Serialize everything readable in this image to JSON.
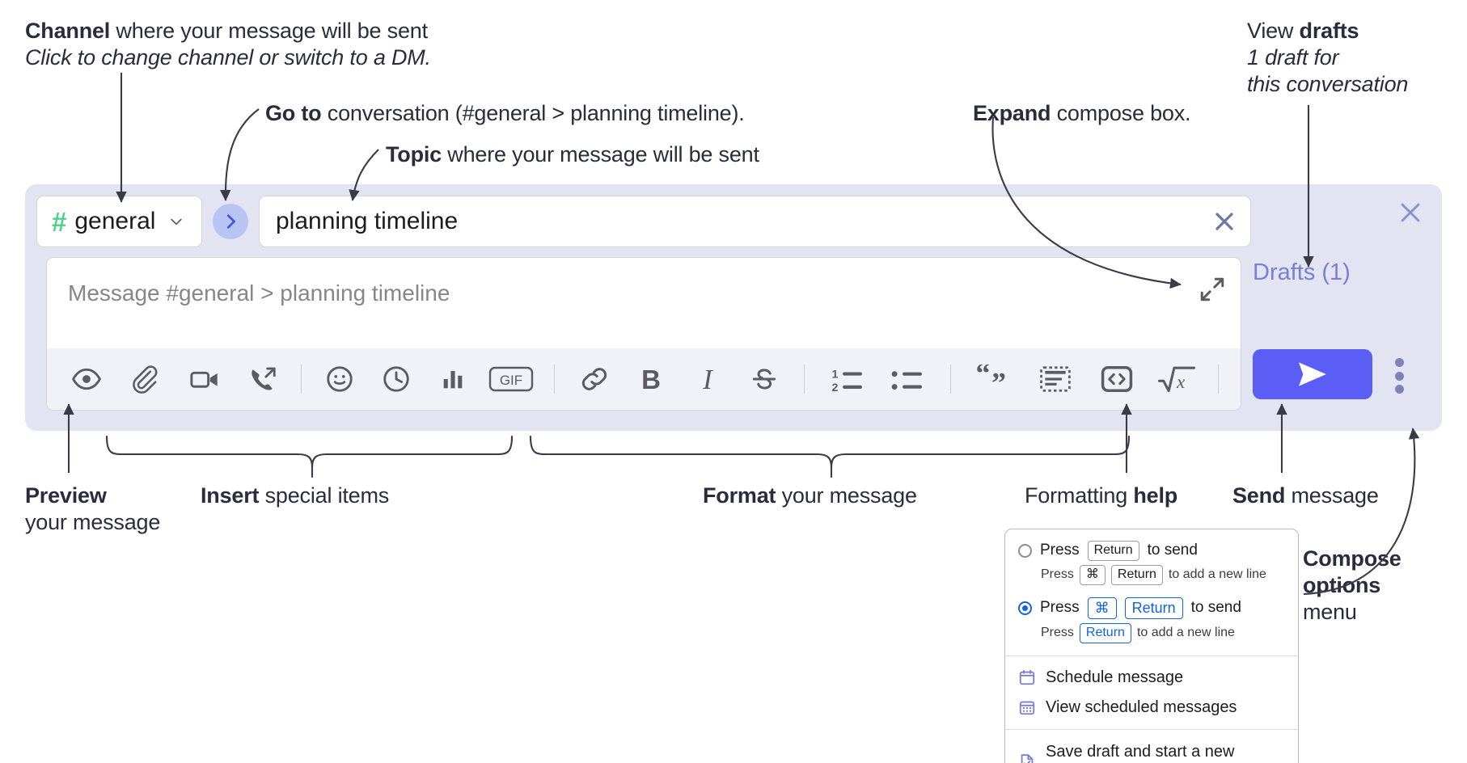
{
  "annotations": {
    "channel": {
      "bold": "Channel",
      "rest": " where your message will be sent",
      "italic": "Click to change channel or switch to a DM."
    },
    "goto": {
      "bold": "Go to",
      "rest": " conversation (#general > planning timeline)."
    },
    "topic": {
      "bold": "Topic",
      "rest": " where your message will be sent"
    },
    "expand": {
      "bold": "Expand",
      "rest": " compose box."
    },
    "drafts": {
      "line1_plain": "View ",
      "line1_bold": "drafts",
      "line2": "1 draft for",
      "line3": "this conversation"
    },
    "preview": {
      "bold": "Preview",
      "line2": "your message"
    },
    "insert": {
      "bold": "Insert",
      "rest": " special items"
    },
    "format": {
      "bold": "Format",
      "rest": " your message"
    },
    "help": {
      "plain": "Formatting ",
      "bold": "help"
    },
    "send": {
      "bold": "Send",
      "rest": " message"
    },
    "compose_options": {
      "bold1": "Compose",
      "bold2": "options",
      "plain": "menu"
    }
  },
  "compose": {
    "channel": {
      "hash": "#",
      "name": "general",
      "icon": "hash-icon",
      "chevron": "chevron-down-icon"
    },
    "go_to_button": {
      "icon": "chevron-right-icon",
      "label": "Go to conversation"
    },
    "topic": {
      "value": "planning timeline",
      "clear_icon": "close-icon"
    },
    "message": {
      "placeholder": "Message #general > planning timeline",
      "value": "",
      "expand_icon": "expand-icon"
    },
    "toolbar": [
      {
        "name": "preview-button",
        "icon": "eye-icon",
        "glyph": ""
      },
      {
        "name": "attach-file-button",
        "icon": "paperclip-icon",
        "glyph": ""
      },
      {
        "name": "video-clip-button",
        "icon": "video-camera-icon",
        "glyph": ""
      },
      {
        "name": "audio-clip-button",
        "icon": "phone-forward-icon",
        "glyph": ""
      },
      {
        "name": "emoji-button",
        "icon": "smiley-icon",
        "glyph": ""
      },
      {
        "name": "reminder-button",
        "icon": "clock-icon",
        "glyph": ""
      },
      {
        "name": "poll-button",
        "icon": "bar-chart-icon",
        "glyph": ""
      },
      {
        "name": "gif-button",
        "icon": "gif-icon",
        "glyph": "GIF"
      },
      {
        "name": "link-button",
        "icon": "link-icon",
        "glyph": ""
      },
      {
        "name": "bold-button",
        "icon": "bold-icon",
        "glyph": "B"
      },
      {
        "name": "italic-button",
        "icon": "italic-icon",
        "glyph": "I"
      },
      {
        "name": "strikethrough-button",
        "icon": "strikethrough-icon",
        "glyph": "S"
      },
      {
        "name": "ordered-list-button",
        "icon": "ordered-list-icon",
        "glyph": ""
      },
      {
        "name": "bulleted-list-button",
        "icon": "bulleted-list-icon",
        "glyph": ""
      },
      {
        "name": "blockquote-button",
        "icon": "quote-icon",
        "glyph": ""
      },
      {
        "name": "code-block-button",
        "icon": "code-block-icon",
        "glyph": ""
      },
      {
        "name": "code-snippet-button",
        "icon": "code-brackets-icon",
        "glyph": ""
      },
      {
        "name": "math-button",
        "icon": "square-root-icon",
        "glyph": ""
      },
      {
        "name": "formatting-help-button",
        "icon": "question-mark-icon",
        "glyph": "?"
      }
    ],
    "rail": {
      "close_icon": "close-icon",
      "drafts_label": "Drafts (1)",
      "send_icon": "send-paper-plane-icon",
      "kebab_icon": "more-options-icon"
    }
  },
  "compose_options_menu": {
    "radio_options": [
      {
        "selected": false,
        "line": {
          "pre": "Press",
          "key": "Return",
          "post": "to send"
        },
        "sub": {
          "pre": "Press",
          "key1": "⌘",
          "key2": "Return",
          "post": "to add a new line"
        }
      },
      {
        "selected": true,
        "line": {
          "pre": "Press",
          "key1": "⌘",
          "key2": "Return",
          "post": "to send"
        },
        "sub": {
          "pre": "Press",
          "key": "Return",
          "post": "to add a new line"
        }
      }
    ],
    "items": [
      {
        "label": "Schedule message",
        "icon": "calendar-icon"
      },
      {
        "label": "View scheduled messages",
        "icon": "calendar-grid-icon"
      },
      {
        "label": "Save draft and start a new message",
        "icon": "save-draft-icon"
      }
    ]
  },
  "colors": {
    "accent_purple": "#5a5ef5",
    "shell_bg": "#e2e4f2",
    "hash_green": "#4cd08a",
    "go_btn_bg": "#b9c4f3",
    "drafts_text": "#7b7ed4",
    "toolbar_bg": "#f1f2f8",
    "annotation_text": "#2b2b3d"
  }
}
